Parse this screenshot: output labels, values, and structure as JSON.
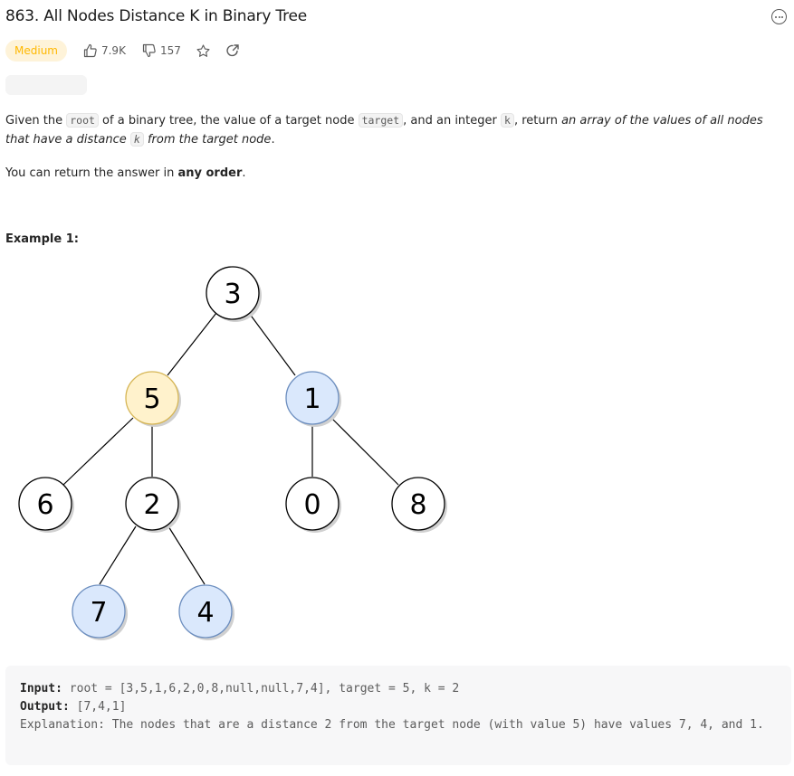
{
  "problem": {
    "title": "863. All Nodes Distance K in Binary Tree",
    "difficulty": "Medium",
    "likes": "7.9K",
    "dislikes": "157"
  },
  "description": {
    "p1_a": "Given the ",
    "code_root": "root",
    "p1_b": " of a binary tree, the value of a target node ",
    "code_target": "target",
    "p1_c": ", and an integer ",
    "code_k": "k",
    "p1_d": ", return ",
    "p1_em1": "an array of the values of all nodes that have a distance ",
    "p1_em2": " from the target node",
    "p1_end": ".",
    "p2_a": "You can return the answer in ",
    "p2_bold": "any order",
    "p2_end": "."
  },
  "example": {
    "title": "Example 1:",
    "input_label": "Input:",
    "input_value": " root = [3,5,1,6,2,0,8,null,null,7,4], target = 5, k = 2",
    "output_label": "Output:",
    "output_value": " [7,4,1]",
    "explanation": "Explanation: The nodes that are a distance 2 from the target node (with value 5) have values 7, 4, and 1."
  },
  "tree": {
    "nodes": [
      {
        "id": "n3",
        "label": "3",
        "style": "normal"
      },
      {
        "id": "n5",
        "label": "5",
        "style": "target"
      },
      {
        "id": "n1",
        "label": "1",
        "style": "result"
      },
      {
        "id": "n6",
        "label": "6",
        "style": "normal"
      },
      {
        "id": "n2",
        "label": "2",
        "style": "normal"
      },
      {
        "id": "n0",
        "label": "0",
        "style": "normal"
      },
      {
        "id": "n8",
        "label": "8",
        "style": "normal"
      },
      {
        "id": "n7",
        "label": "7",
        "style": "result"
      },
      {
        "id": "n4",
        "label": "4",
        "style": "result"
      }
    ]
  },
  "colors": {
    "accent_medium": "#ffb800",
    "target_fill": "#fff2cc",
    "target_stroke": "#d6b656",
    "result_fill": "#dae8fc",
    "result_stroke": "#6c8ebf"
  },
  "icons": [
    "thumbs-up-icon",
    "thumbs-down-icon",
    "star-icon",
    "share-icon",
    "more-icon"
  ]
}
